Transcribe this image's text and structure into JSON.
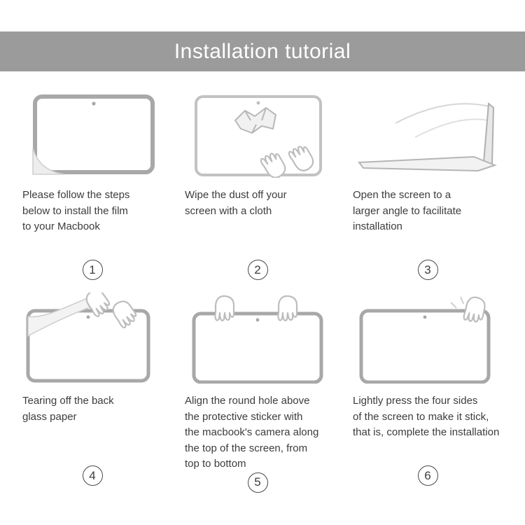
{
  "header": {
    "title": "Installation tutorial"
  },
  "colors": {
    "banner_bg": "#9b9b9b",
    "text": "#3c3c3c",
    "line_art": "#b0b0b0",
    "frame": "#a8a8a8"
  },
  "steps": [
    {
      "number": "1",
      "text": "Please follow the steps\nbelow to install the film\nto your Macbook"
    },
    {
      "number": "2",
      "text": "Wipe the dust off your\nscreen with a cloth"
    },
    {
      "number": "3",
      "text": "Open the screen to a\nlarger angle to facilitate\ninstallation"
    },
    {
      "number": "4",
      "text": "Tearing off the back\nglass paper"
    },
    {
      "number": "5",
      "text": "Align the round hole above\nthe protective sticker with\nthe macbook's camera along\nthe top of the screen, from\ntop to bottom"
    },
    {
      "number": "6",
      "text": "Lightly press the four sides\nof the screen to make it stick,\nthat is, complete the installation"
    }
  ]
}
